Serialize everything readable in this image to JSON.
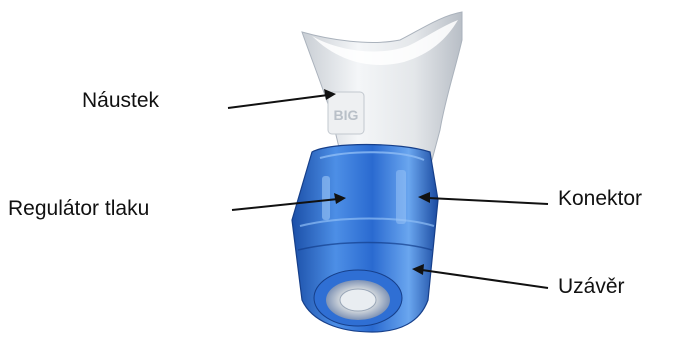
{
  "labels": {
    "mouthpiece": "Náustek",
    "pressure_regulator": "Regulátor tlaku",
    "connector": "Konektor",
    "cap": "Uzávěr"
  },
  "device": {
    "brand_mark": "BIG",
    "colors": {
      "mouthpiece": "#e9ecef",
      "body": "#1f5fc4",
      "body_light": "#6ea7ee",
      "cap_ring": "#bfc7d1"
    }
  },
  "arrow_color": "#111111"
}
